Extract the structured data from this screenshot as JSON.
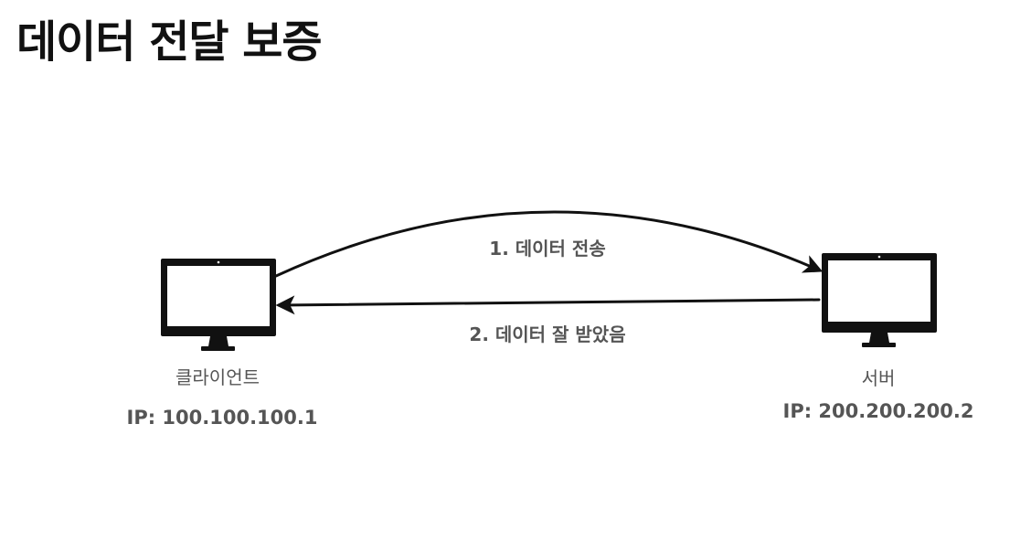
{
  "title": "데이터 전달 보증",
  "client": {
    "name": "클라이언트",
    "ip": "IP: 100.100.100.1"
  },
  "server": {
    "name": "서버",
    "ip": "IP: 200.200.200.2"
  },
  "messages": [
    {
      "text": "1. 데이터 전송"
    },
    {
      "text": "2. 데이터 잘 받았음"
    }
  ],
  "colors": {
    "stroke": "#111111",
    "label": "#555555"
  },
  "icons": {
    "client": "monitor-icon",
    "server": "monitor-icon"
  }
}
